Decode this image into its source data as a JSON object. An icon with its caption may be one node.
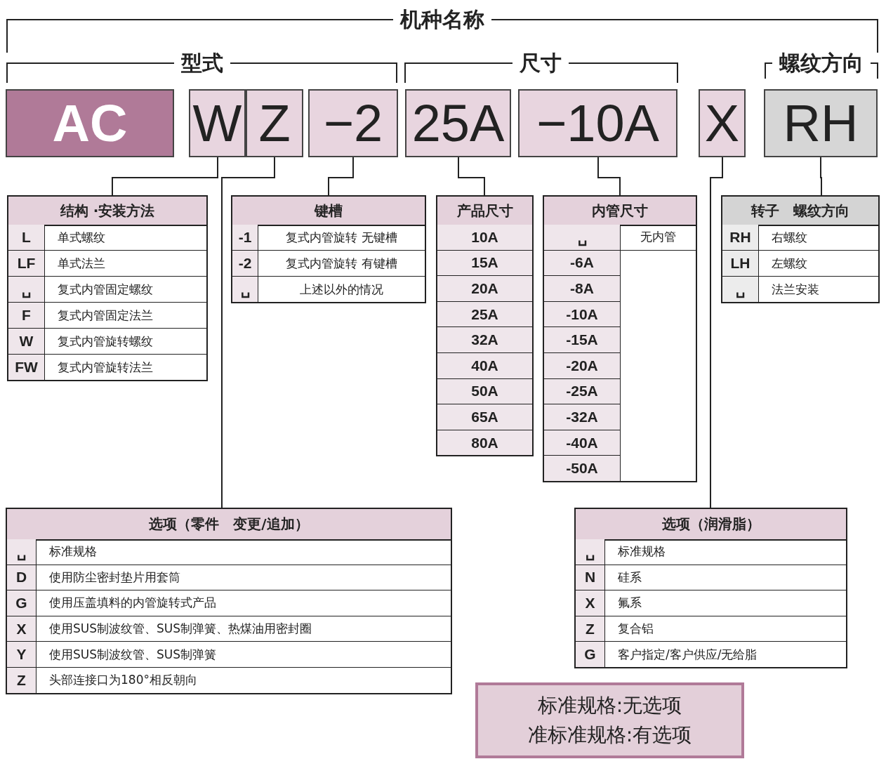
{
  "diagram": {
    "nodes": [
      {
        "text": [
          "AC"
        ]
      },
      {
        "text": [
          "W"
        ]
      },
      {
        "text": [
          "Z"
        ]
      },
      {
        "text": [
          "−2"
        ]
      },
      {
        "text": [
          "25A"
        ]
      },
      {
        "text": [
          "−10A"
        ]
      },
      {
        "text": [
          "X"
        ]
      },
      {
        "text": [
          "RH"
        ]
      },
      {
        "text": [
          "结构 ·安装方法"
        ]
      },
      {
        "text": [
          "L",
          "单式螺纹"
        ],
        "in": 8
      },
      {
        "text": [
          "LF",
          "单式法兰"
        ],
        "in": 8
      },
      {
        "text": [
          "␣",
          "复式内管固定螺纹"
        ],
        "in": 8
      },
      {
        "text": [
          "F",
          "复式内管固定法兰"
        ],
        "in": 8
      },
      {
        "text": [
          "W",
          "复式内管旋转螺纹"
        ],
        "in": 8
      },
      {
        "text": [
          "FW",
          "复式内管旋转法兰"
        ],
        "in": 8
      },
      {
        "text": [
          "键槽"
        ]
      },
      {
        "text": [
          "-1",
          "复式内管旋转 无键槽"
        ],
        "in": 15
      },
      {
        "text": [
          "-2",
          "复式内管旋转 有键槽"
        ],
        "in": 15
      },
      {
        "text": [
          "␣",
          "上述以外的情况"
        ],
        "in": 15
      },
      {
        "text": [
          "产品尺寸"
        ]
      },
      {
        "text": [
          "10A"
        ],
        "in": 19
      },
      {
        "text": [
          "15A"
        ],
        "in": 19
      },
      {
        "text": [
          "20A"
        ],
        "in": 19
      },
      {
        "text": [
          "25A"
        ],
        "in": 19
      },
      {
        "text": [
          "32A"
        ],
        "in": 19
      },
      {
        "text": [
          "40A"
        ],
        "in": 19
      },
      {
        "text": [
          "50A"
        ],
        "in": 19
      },
      {
        "text": [
          "65A"
        ],
        "in": 19
      },
      {
        "text": [
          "80A"
        ],
        "in": 19
      },
      {
        "text": [
          "内管尺寸"
        ]
      },
      {
        "text": [
          "␣",
          "无内管"
        ],
        "in": 29
      },
      {
        "text": [
          "-6A"
        ],
        "in": 29
      },
      {
        "text": [
          "-8A"
        ],
        "in": 29
      },
      {
        "text": [
          "-10A"
        ],
        "in": 29
      },
      {
        "text": [
          "-15A"
        ],
        "in": 29
      },
      {
        "text": [
          "-20A"
        ],
        "in": 29
      },
      {
        "text": [
          "-25A"
        ],
        "in": 29
      },
      {
        "text": [
          "-32A"
        ],
        "in": 29
      },
      {
        "text": [
          "-40A"
        ],
        "in": 29
      },
      {
        "text": [
          "-50A"
        ],
        "in": 29
      },
      {
        "text": [
          "转子　螺纹方向"
        ]
      },
      {
        "text": [
          "RH",
          "右螺纹"
        ],
        "in": 40
      },
      {
        "text": [
          "LH",
          "左螺纹"
        ],
        "in": 40
      },
      {
        "text": [
          "␣",
          "法兰安装"
        ],
        "in": 40
      },
      {
        "text": [
          "选项（零件　变更/追加）"
        ]
      },
      {
        "text": [
          "␣",
          "标准规格"
        ],
        "in": 44
      },
      {
        "text": [
          "D",
          "使用防尘密封垫片用套筒"
        ],
        "in": 44
      },
      {
        "text": [
          "G",
          "使用压盖填料的内管旋转式产品"
        ],
        "in": 44
      },
      {
        "text": [
          "X",
          "使用SUS制波纹管、SUS制弹簧、热煤油用密封圈"
        ],
        "in": 44
      },
      {
        "text": [
          "Y",
          "使用SUS制波纹管、SUS制弹簧"
        ],
        "in": 44
      },
      {
        "text": [
          "Z",
          "头部连接口为180°相反朝向"
        ],
        "in": 44
      },
      {
        "text": [
          "选项（润滑脂）"
        ]
      },
      {
        "text": [
          "␣",
          "标准规格"
        ],
        "in": 51
      },
      {
        "text": [
          "N",
          "硅系"
        ],
        "in": 51
      },
      {
        "text": [
          "X",
          "氟系"
        ],
        "in": 51
      },
      {
        "text": [
          "Z",
          "复合铝"
        ],
        "in": 51
      },
      {
        "text": [
          "G",
          "客户指定/客户供应/无给脂"
        ],
        "in": 51
      },
      {
        "text": [
          "标准规格:无选项",
          "准标准规格:有选项"
        ]
      }
    ],
    "edges": [
      {
        "from": 1,
        "to": 8,
        "arrow": "none"
      },
      {
        "from": 2,
        "to": 44,
        "arrow": "none"
      },
      {
        "from": 3,
        "to": 15,
        "arrow": "none"
      },
      {
        "from": 4,
        "to": 19,
        "arrow": "none"
      },
      {
        "from": 5,
        "to": 29,
        "arrow": "none"
      },
      {
        "from": 6,
        "to": 51,
        "arrow": "none"
      },
      {
        "from": 7,
        "to": 40,
        "arrow": "none"
      }
    ],
    "labels": [
      "机种名称",
      "型式",
      "尺寸",
      "螺纹方向"
    ]
  }
}
